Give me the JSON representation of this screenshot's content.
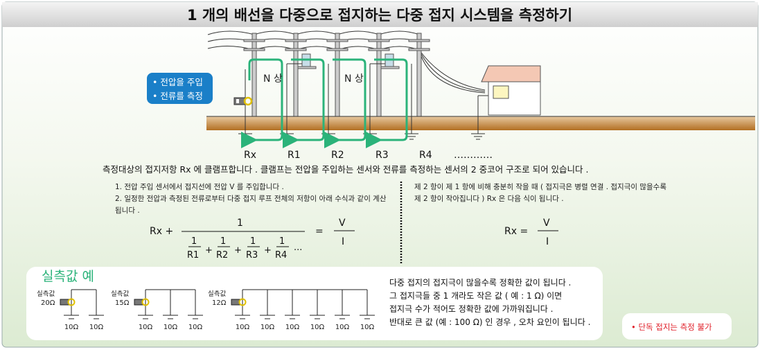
{
  "title": "1 개의 배선을 다중으로 접지하는 다중 접지 시스템을 측정하기",
  "callout": {
    "line1": "• 전압을 주입",
    "line2": "• 전류를 측정"
  },
  "phase_labels": [
    "N 상",
    "N 상"
  ],
  "resistors": [
    "Rx",
    "R1",
    "R2",
    "R3",
    "R4",
    "…………"
  ],
  "description": "측정대상의 접지저항 Rx 에 클램프합니다 . 클램프는 전압을 주입하는 센서와 전류를 측정하는 센서의 2 중코어 구조로 되어 있습니다 .",
  "steps": [
    "1. 전압 주입 센서에서 접지선에 전압 V 를 주입합니다 .",
    "2. 일정한 전압과 측정된 전류로부터 다중 접지 루프 전체의 저항이 아래 수식과 같이 계산",
    "됩니다 ."
  ],
  "note": [
    "제 2 항이 제 1 항에 비해 충분히 작을 때 ( 접지극은 병렬 연결 . 접지극이 많을수록",
    "제 2 항이 작아집니다 ) Rx 은 다음 식이 됩니다 ."
  ],
  "formula_left": {
    "lhs": "Rx +",
    "one": "1",
    "terms": [
      "R1",
      "R2",
      "R3",
      "R4"
    ],
    "plus": "+",
    "dots": "···",
    "eq": "=",
    "V": "V",
    "I": "I"
  },
  "formula_right": {
    "lhs": "Rx =",
    "V": "V",
    "I": "I"
  },
  "examples": {
    "heading": "실측값 예",
    "label": "실측값",
    "groups": [
      {
        "measured": "20Ω",
        "electrodes": [
          "10Ω",
          "10Ω"
        ]
      },
      {
        "measured": "15Ω",
        "electrodes": [
          "10Ω",
          "10Ω",
          "10Ω"
        ]
      },
      {
        "measured": "12Ω",
        "electrodes": [
          "10Ω",
          "10Ω",
          "10Ω",
          "10Ω",
          "10Ω",
          "10Ω"
        ]
      }
    ],
    "notes": [
      "다중 접지의 접지극이 많을수록 정확한 값이 됩니다 .",
      "그 접지극들 중 1 개라도 작은 값 ( 예 : 1 Ω) 이면",
      "접지극 수가 적어도 정확한 값에 가까워집니다 .",
      "반대로 큰 값 (예 : 100 Ω) 인 경우 , 오차 요인이 됩니다 ."
    ]
  },
  "warning": "• 단독 접지는 측정 불가",
  "colors": {
    "accent_green": "#2bb37a",
    "blue": "#1a7fc8",
    "red": "#e0202a",
    "soil": "#b9772a"
  }
}
